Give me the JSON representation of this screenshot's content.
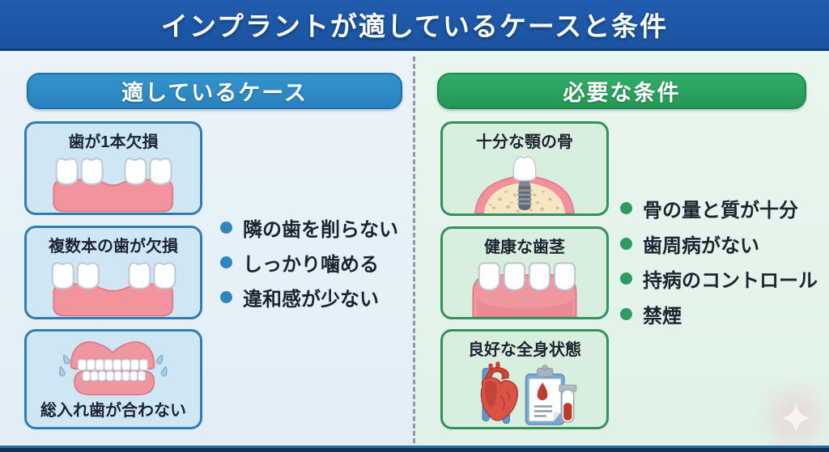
{
  "title": "インプラントが適しているケースと条件",
  "left_section": {
    "header": "適しているケース",
    "accent_color": "#2e8bc4",
    "cards": [
      {
        "label": "歯が1本欠損",
        "illustration": "teeth-single-gap"
      },
      {
        "label": "複数本の歯が欠損",
        "illustration": "teeth-multi-gap"
      },
      {
        "label": "総入れ歯が合わない",
        "illustration": "full-dentures"
      }
    ],
    "bullets": [
      "隣の歯を削らない",
      "しっかり噛める",
      "違和感が少ない"
    ]
  },
  "right_section": {
    "header": "必要な条件",
    "accent_color": "#2aa15e",
    "cards": [
      {
        "label": "十分な顎の骨",
        "illustration": "implant-in-jawbone"
      },
      {
        "label": "健康な歯茎",
        "illustration": "healthy-gums"
      },
      {
        "label": "良好な全身状態",
        "illustration": "heart-and-blood-test"
      }
    ],
    "bullets": [
      "骨の量と質が十分",
      "歯周病がない",
      "持病のコントロール",
      "禁煙"
    ]
  },
  "colors": {
    "title_bar": "#1d58a8",
    "left_panel_bg": "#e8f1f8",
    "right_panel_bg": "#e7f5ec",
    "left_card_bg": "#cfe7f4",
    "left_card_border": "#2f7db6",
    "right_card_bg": "#d7efdc",
    "right_card_border": "#33915a",
    "bullet_blue": "#2e86c1",
    "bullet_green": "#2e9c61"
  }
}
